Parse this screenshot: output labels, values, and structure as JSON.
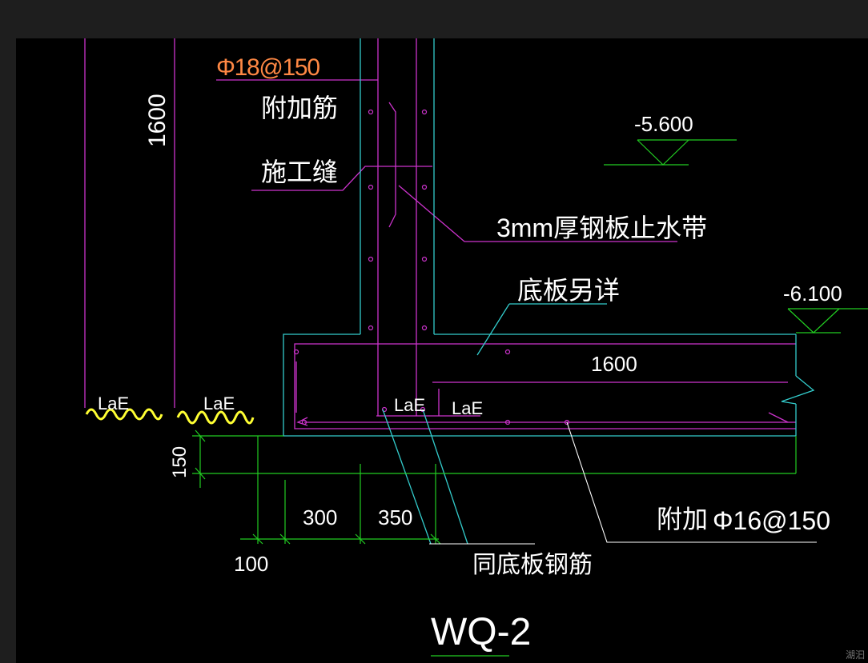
{
  "labels": {
    "rebar_top": "Φ18@150",
    "additional_rebar": "附加筋",
    "construction_joint": "施工缝",
    "waterstop": "3mm厚钢板止水带",
    "slab_detail": "底板另详",
    "elev_upper": "-5.600",
    "elev_lower": "-6.100",
    "dim_1600_vertical": "1600",
    "dim_1600_horizontal": "1600",
    "lae_1": "LaE",
    "lae_2": "LaE",
    "lae_3": "LaE",
    "lae_4": "LaE",
    "dim_150": "150",
    "dim_300": "300",
    "dim_350": "350",
    "dim_100": "100",
    "additional_bottom": "附加",
    "additional_bottom_rebar": "Φ16@150",
    "same_as_slab": "同底板钢筋",
    "title": "WQ-2",
    "watermark": "湖汩"
  },
  "colors": {
    "background": "#000000",
    "frame": "#1e1e1e",
    "magenta": "#cc33cc",
    "cyan": "#33cccc",
    "green": "#22cc22",
    "white": "#ffffff",
    "orange": "#ff8844",
    "yellow": "#ffff33"
  }
}
